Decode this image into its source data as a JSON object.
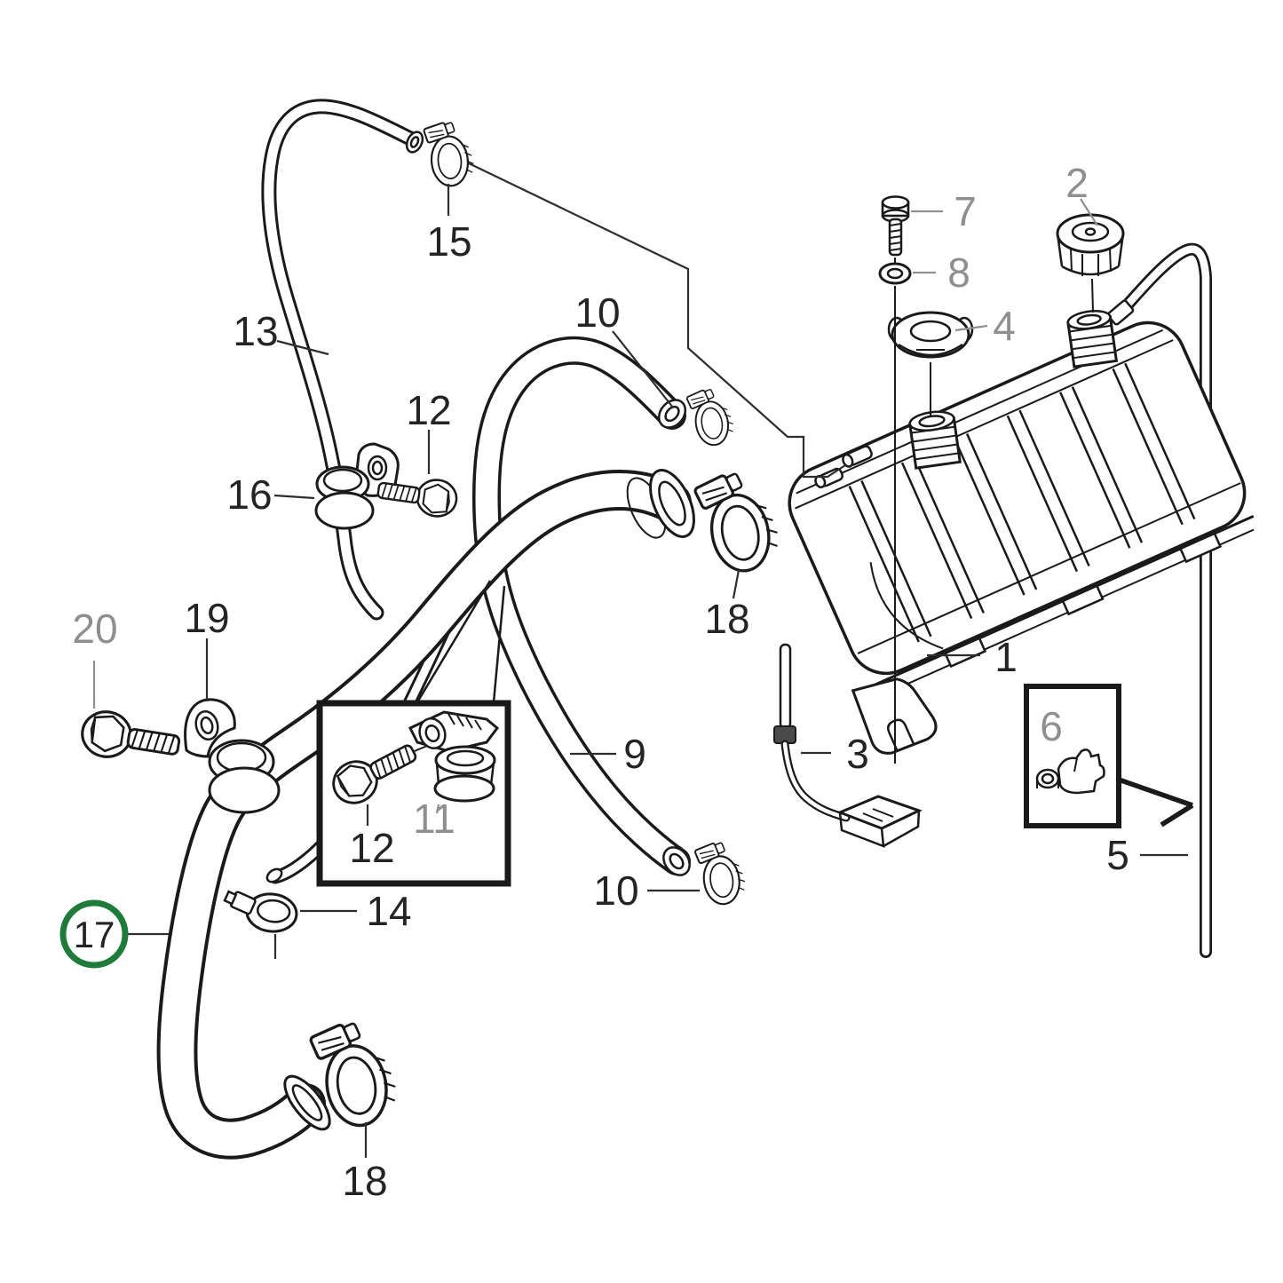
{
  "diagram": {
    "type": "exploded-parts-diagram",
    "subject": "coolant-expansion-tank-and-hoses",
    "colors": {
      "background": "#ffffff",
      "ink": "#1a1a1a",
      "label": "#242424",
      "muted": "#8f8f8f",
      "lead": "#2e2e2e",
      "highlight_ring": "#1f7b3a"
    },
    "highlighted_callout": "17",
    "callouts": [
      {
        "text": "1",
        "muted": false
      },
      {
        "text": "2",
        "muted": true
      },
      {
        "text": "3",
        "muted": false
      },
      {
        "text": "4",
        "muted": true
      },
      {
        "text": "5",
        "muted": false
      },
      {
        "text": "6",
        "muted": true
      },
      {
        "text": "7",
        "muted": true
      },
      {
        "text": "8",
        "muted": true
      },
      {
        "text": "9",
        "muted": false
      },
      {
        "text": "10",
        "muted": false
      },
      {
        "text": "10",
        "muted": false
      },
      {
        "text": "11",
        "muted": true
      },
      {
        "text": "12",
        "muted": false
      },
      {
        "text": "12",
        "muted": false
      },
      {
        "text": "13",
        "muted": false
      },
      {
        "text": "14",
        "muted": false
      },
      {
        "text": "15",
        "muted": false
      },
      {
        "text": "16",
        "muted": false
      },
      {
        "text": "17",
        "muted": false
      },
      {
        "text": "18",
        "muted": false
      },
      {
        "text": "18",
        "muted": false
      },
      {
        "text": "19",
        "muted": false
      },
      {
        "text": "20",
        "muted": true
      }
    ]
  }
}
